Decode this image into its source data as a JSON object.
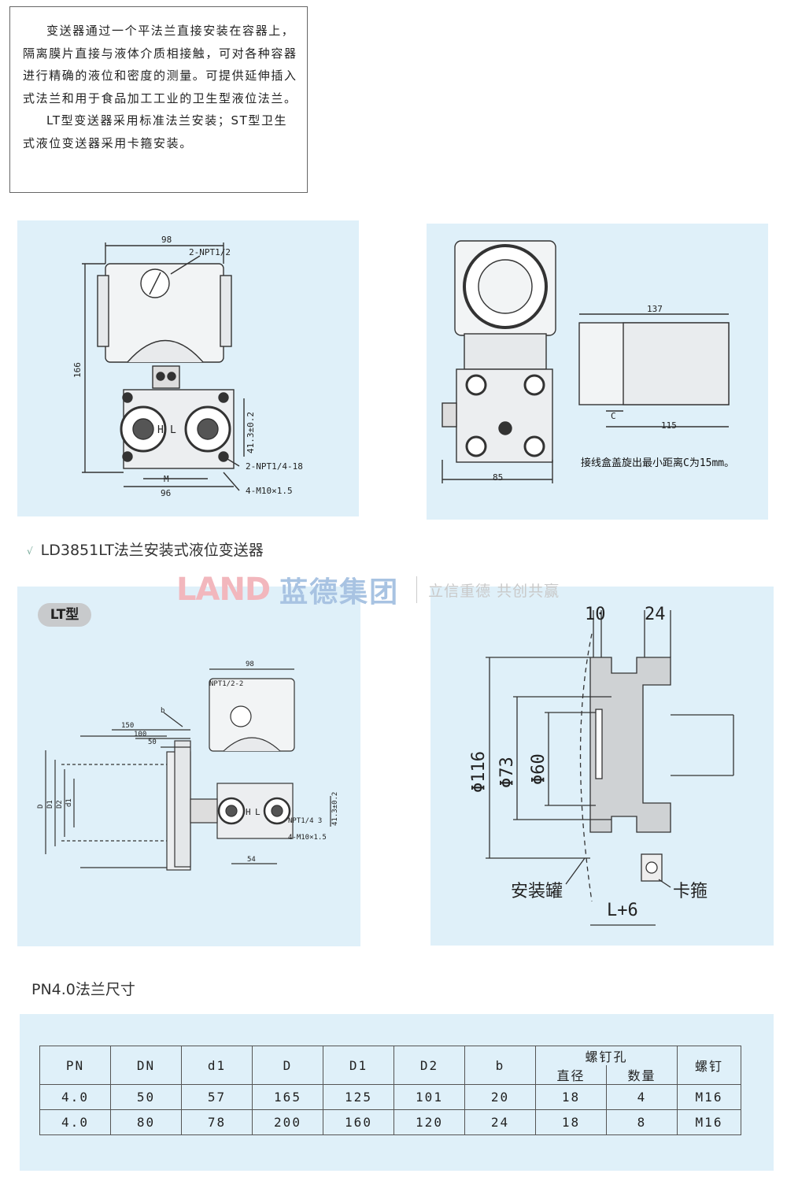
{
  "intro": {
    "p1": "变送器通过一个平法兰直接安装在容器上，隔离膜片直接与液体介质相接触，可对各种容器进行精确的液位和密度的测量。可提供延伸插入式法兰和用于食品加工工业的卫生型液位法兰。",
    "p2": "LT型变送器采用标准法兰安装；ST型卫生式液位变送器采用卡箍安装。"
  },
  "fig1": {
    "dim_98": "98",
    "port_top": "2-NPT1/2",
    "dim_166": "166",
    "dim_413": "41.3±0.2",
    "label_h": "H",
    "label_l": "L",
    "port_bottom": "2-NPT1/4-18",
    "label_m": "M",
    "dim_96": "96",
    "bolt": "4-M10×1.5"
  },
  "fig2": {
    "dim_137": "137",
    "label_c": "C",
    "dim_115": "115",
    "dim_85": "85",
    "note": "接线盒盖旋出最小距离C为15mm。"
  },
  "product_title": "LD3851LT法兰安装式液位变送器",
  "watermark": {
    "logo": "LAND",
    "name": "蓝德集团",
    "slogan": "立信重德  共创共赢"
  },
  "lt_badge": "LT型",
  "fig3": {
    "dim_98": "98",
    "port_top": "NPT1/2-2",
    "label_b": "b",
    "dim_150": "150",
    "dim_100": "100",
    "dim_50": "50",
    "label_d": "D",
    "label_d1": "D1",
    "label_d2": "D2",
    "label_d1s": "d1",
    "label_h": "H",
    "label_l": "L",
    "port_side": "NPT1/4 3",
    "bolt": "4-M10×1.5",
    "dim_413": "41.3±0.2",
    "dim_54": "54"
  },
  "fig4": {
    "dim_10": "10",
    "dim_24": "24",
    "dim_116": "Φ116",
    "dim_73": "Φ73",
    "dim_60": "Φ60",
    "label_tank": "安装罐",
    "label_clamp": "卡箍",
    "dim_l6": "L+6"
  },
  "table_title": "PN4.0法兰尺寸",
  "table": {
    "headers": [
      "PN",
      "DN",
      "d1",
      "D",
      "D1",
      "D2",
      "b",
      "螺钉孔",
      "螺钉"
    ],
    "subheaders": [
      "直径",
      "数量"
    ],
    "rows": [
      [
        "4.0",
        "50",
        "57",
        "165",
        "125",
        "101",
        "20",
        "18",
        "4",
        "M16"
      ],
      [
        "4.0",
        "80",
        "78",
        "200",
        "160",
        "120",
        "24",
        "18",
        "8",
        "M16"
      ]
    ]
  }
}
